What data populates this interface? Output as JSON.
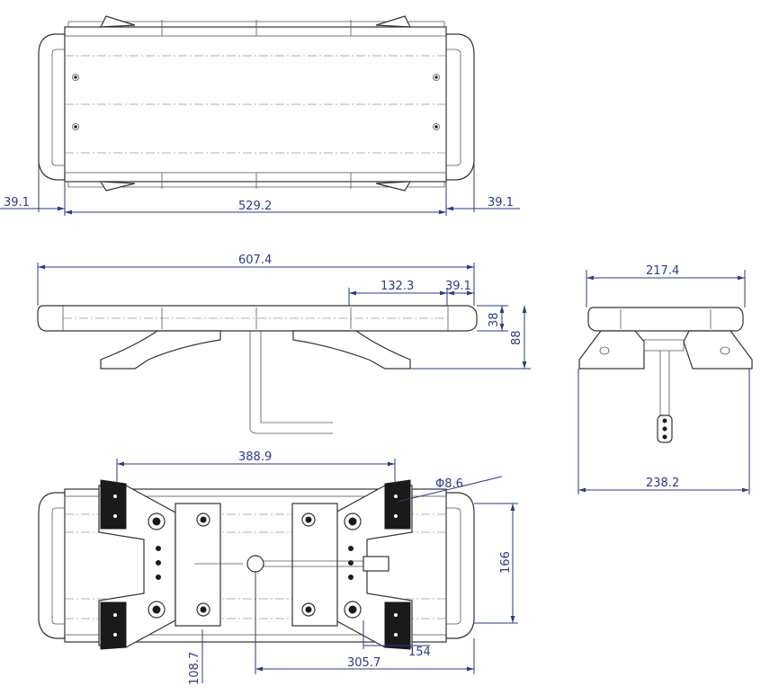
{
  "colors": {
    "dimension": "#2b3a8c",
    "outline": "#333333",
    "bracket": "#1a1a1a",
    "background": "#ffffff"
  },
  "dimensions": {
    "top_left_end": "39.1",
    "top_body_length": "529.2",
    "top_right_end": "39.1",
    "overall_length": "607.4",
    "module_width": "132.3",
    "end_cap_width": "39.1",
    "body_height": "38",
    "total_height": "88",
    "end_view_top_width": "217.4",
    "end_view_base_width": "238.2",
    "bracket_span": "388.9",
    "hole_diameter": "Φ8.6",
    "mount_depth": "166",
    "center_offset": "108.7",
    "cable_offset": "305.7",
    "bracket_offset": "154"
  }
}
